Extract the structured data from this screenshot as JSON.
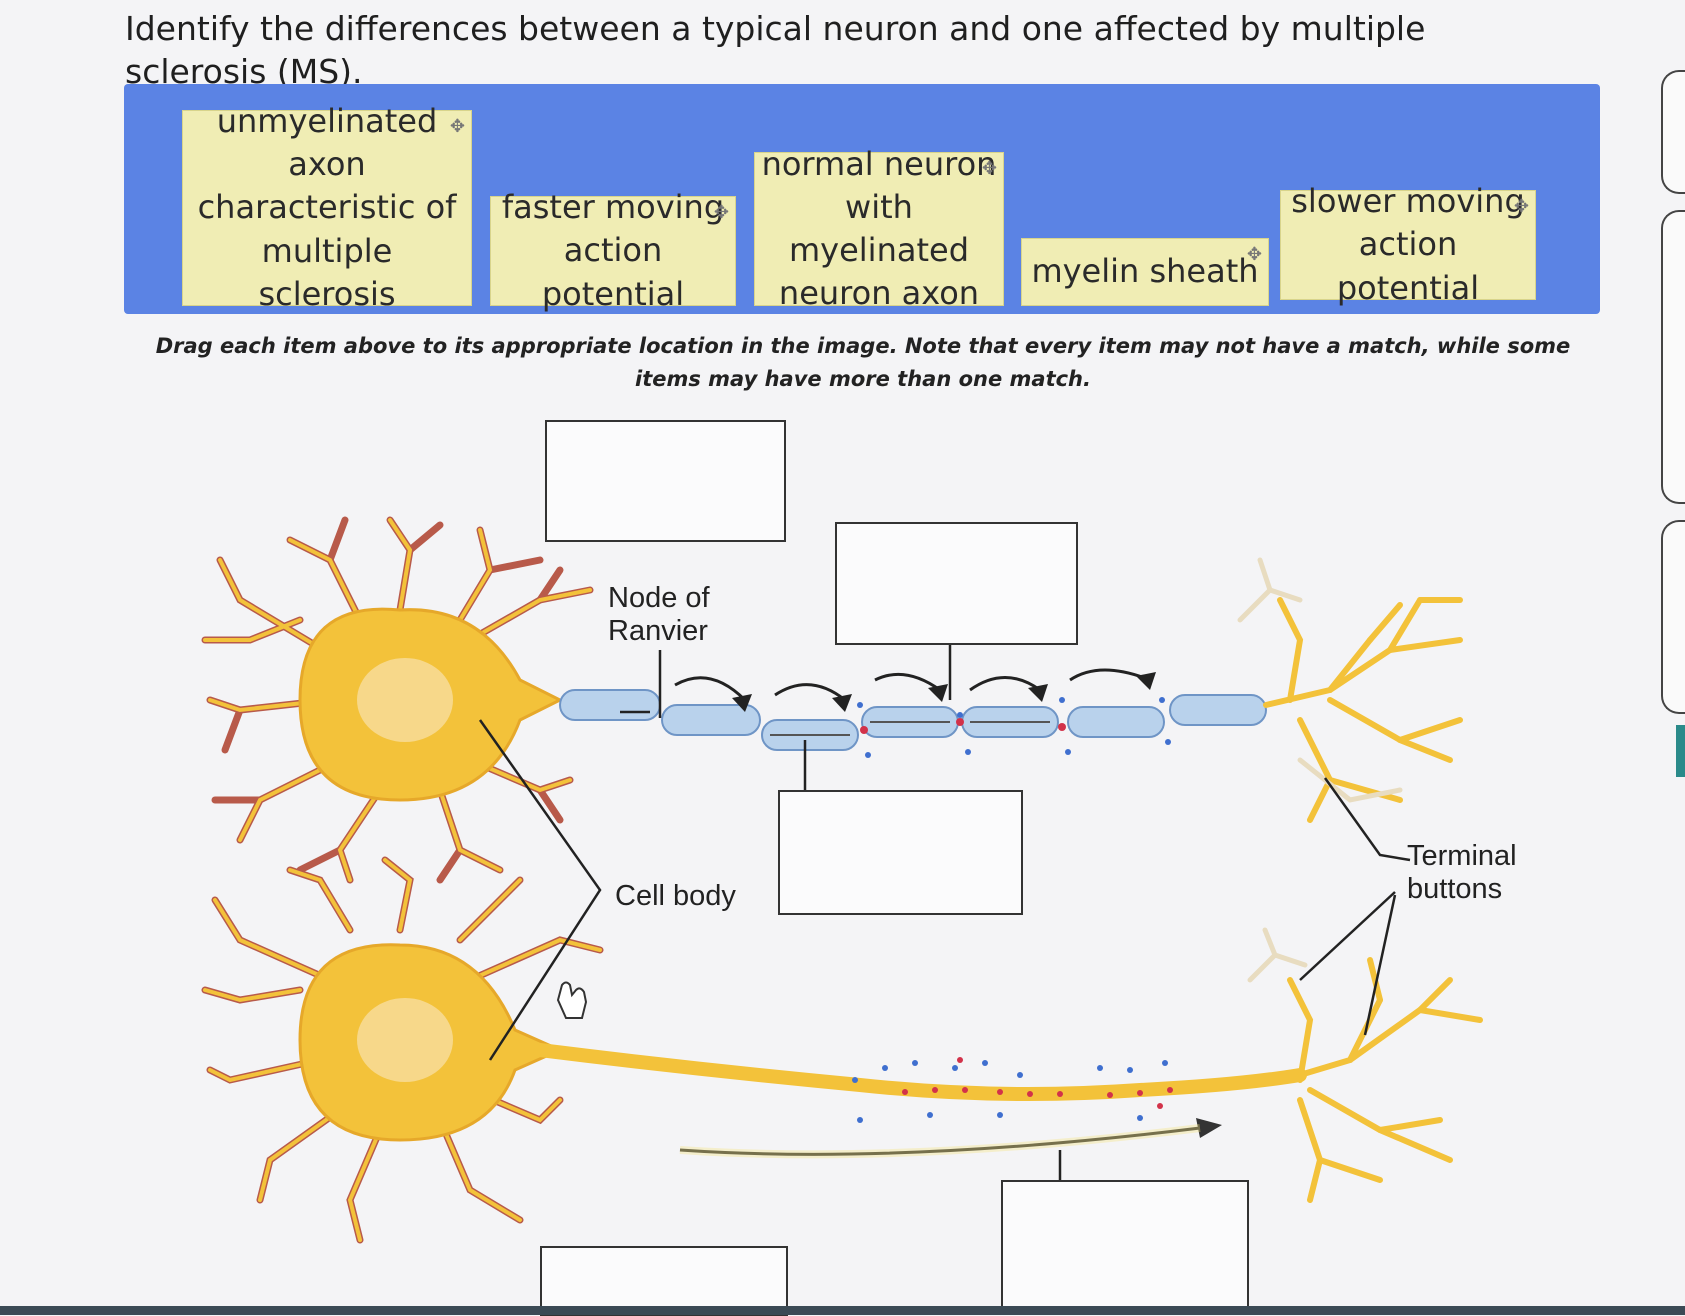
{
  "question": {
    "title": "Identify the differences between a typical neuron and one affected by multiple sclerosis (MS)."
  },
  "bank": {
    "items": [
      {
        "label": "unmyelinated axon characteristic of multiple sclerosis"
      },
      {
        "label": "faster moving action potential"
      },
      {
        "label": "normal neuron with myelinated neuron axon"
      },
      {
        "label": "myelin sheath"
      },
      {
        "label": "slower moving action potential"
      }
    ],
    "move_icon": "move-cross-icon"
  },
  "instructions": "Drag each item above to its appropriate location in the image. Note that every item may not have a match, while some items may have more than one match.",
  "diagram": {
    "labels": {
      "node": "Node of Ranvier",
      "cell_body": "Cell body",
      "terminal": "Terminal buttons"
    }
  },
  "colors": {
    "bank_bg": "#5b83e4",
    "chip_bg": "#f0edb4",
    "neuron_fill": "#f3c23a",
    "dendrite": "#b85a4a",
    "myelin": "#b9d2ec"
  }
}
